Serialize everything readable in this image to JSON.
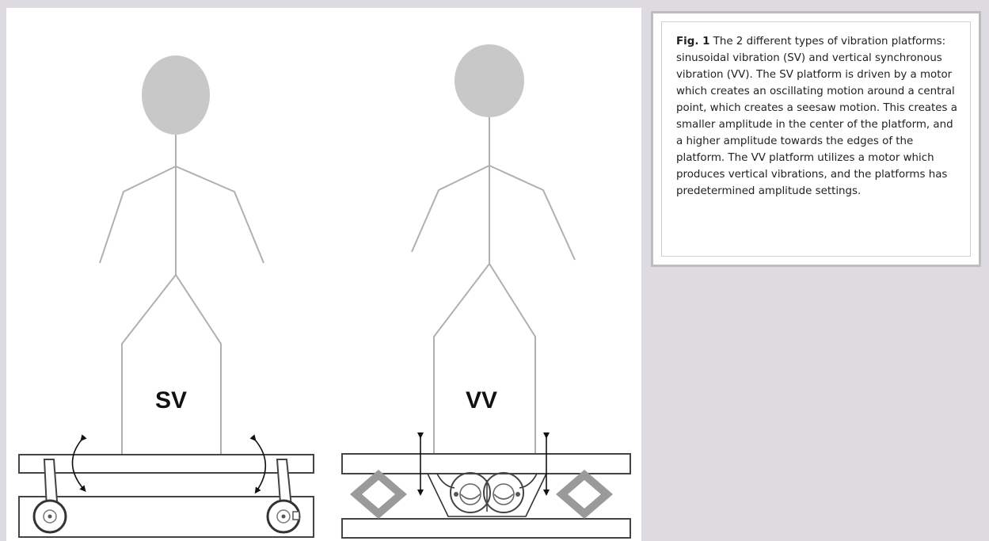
{
  "labels": {
    "sv": "SV",
    "vv": "VV"
  },
  "caption": {
    "fig_label": "Fig. 1",
    "text": " The 2 different types of vibration platforms: sinusoidal vibration (SV) and vertical synchronous vibration (VV).  The SV platform is driven by a motor which creates an oscillating motion around a central point, which creates a seesaw motion.  This creates a smaller amplitude in the center of the platform, and a higher amplitude towards the edges of the platform.  The VV platform utilizes a motor which produces vertical vibrations, and the platforms has predetermined amplitude settings."
  },
  "colors": {
    "head_fill": "#c8c8c8",
    "body_stroke": "#b0b0b0",
    "diamond_fill": "#9a9a9a",
    "background": "#dddbdf"
  }
}
